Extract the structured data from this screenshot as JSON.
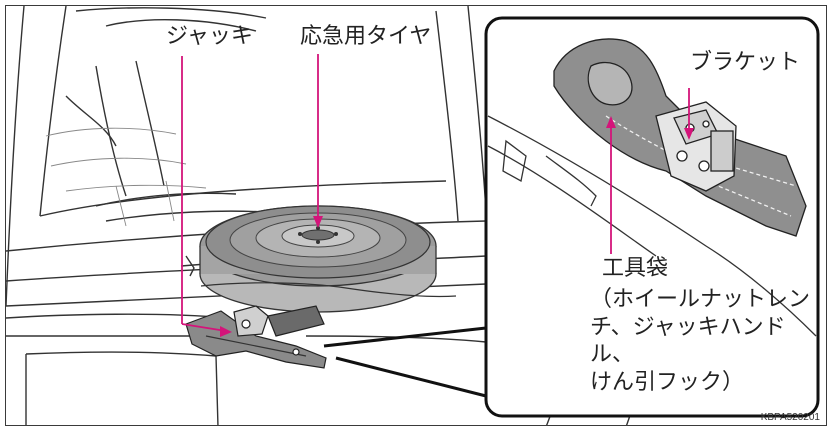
{
  "labels": {
    "jack": "ジャッキ",
    "spare_tire": "応急用タイヤ",
    "bracket": "ブラケット",
    "tool_bag": "工具袋",
    "tool_bag_contents": "（ホイールナットレン\nチ、ジャッキハンドル、\nけん引フック）"
  },
  "figure_code": "KBPA520201",
  "colors": {
    "leader": "#d4147a",
    "line": "#333333",
    "tire": "#9a9a9a",
    "tire_dark": "#6e6e6e",
    "bag": "#8f8f8f",
    "panel_border": "#111111"
  }
}
